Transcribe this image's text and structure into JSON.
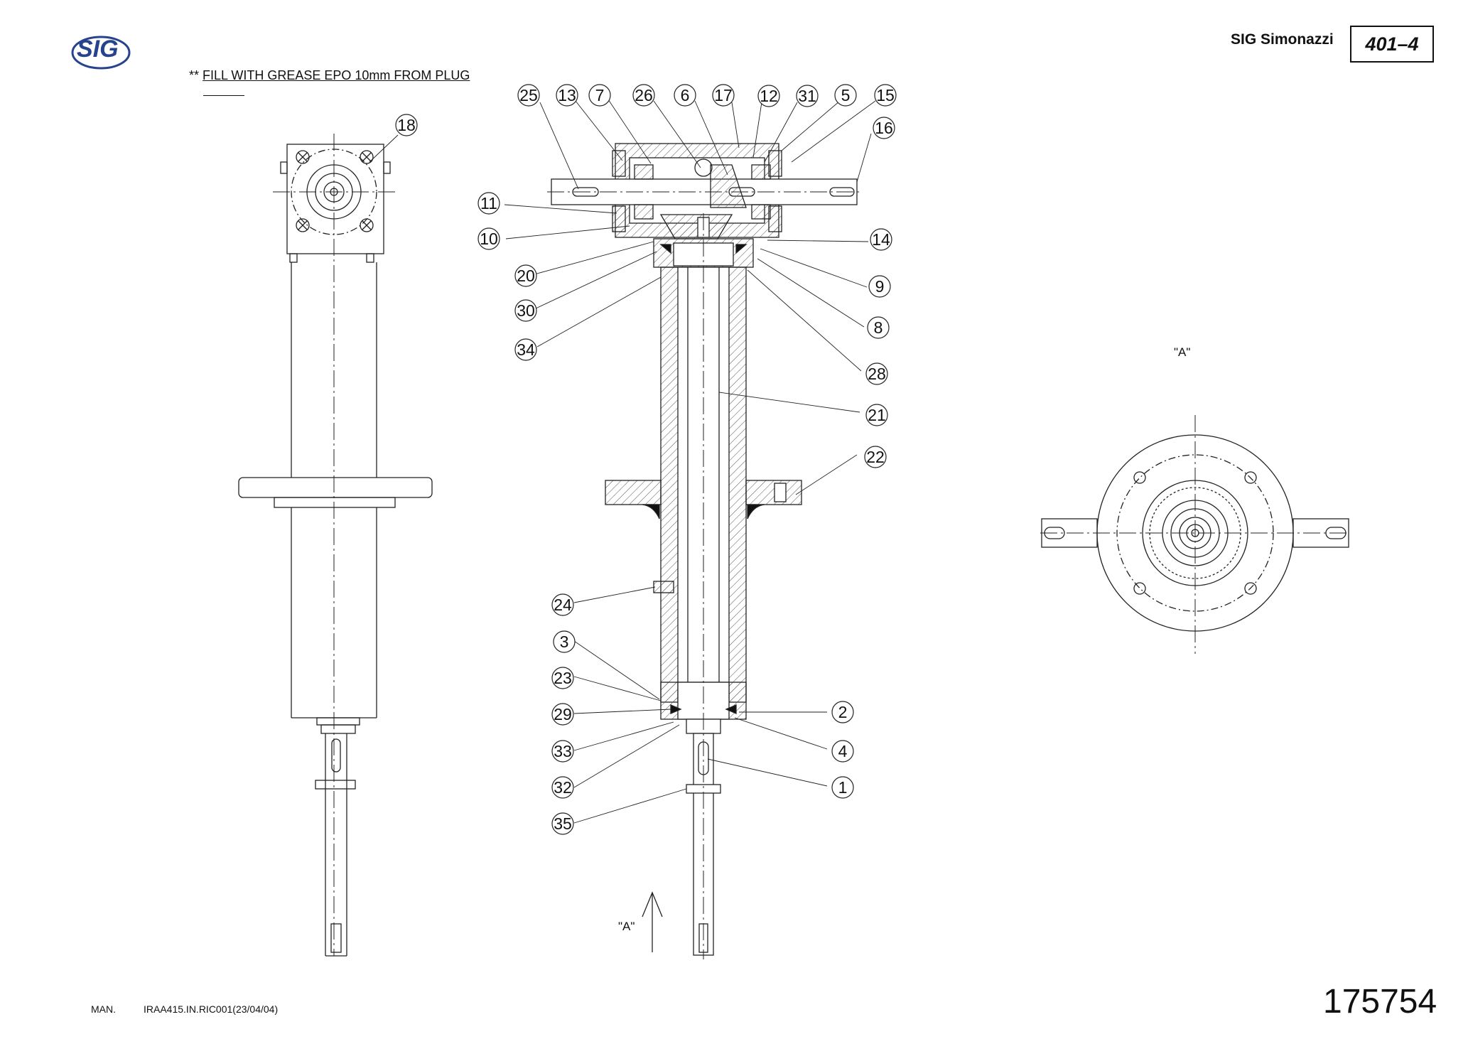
{
  "header": {
    "brand_name": "SIG Simonazzi",
    "drawing_code": "401–4",
    "logo_text": "SIG"
  },
  "note": {
    "prefix": "**",
    "text": "FILL WITH GREASE EPO 10mm FROM PLUG"
  },
  "view_labels": {
    "top": "\"A\"",
    "bottom": "\"A\""
  },
  "footer": {
    "man_label": "MAN.",
    "doc_ref": "IRAA415.IN.RIC001(23/04/04)",
    "drawing_number": "175754"
  },
  "callouts": [
    "25",
    "13",
    "7",
    "26",
    "6",
    "17",
    "12",
    "31",
    "5",
    "15",
    "16",
    "18",
    "11",
    "10",
    "14",
    "20",
    "9",
    "30",
    "8",
    "34",
    "28",
    "21",
    "22",
    "24",
    "3",
    "23",
    "29",
    "2",
    "33",
    "4",
    "32",
    "1",
    "35"
  ],
  "colors": {
    "logo_blue": "#27438e",
    "line": "#222222"
  }
}
